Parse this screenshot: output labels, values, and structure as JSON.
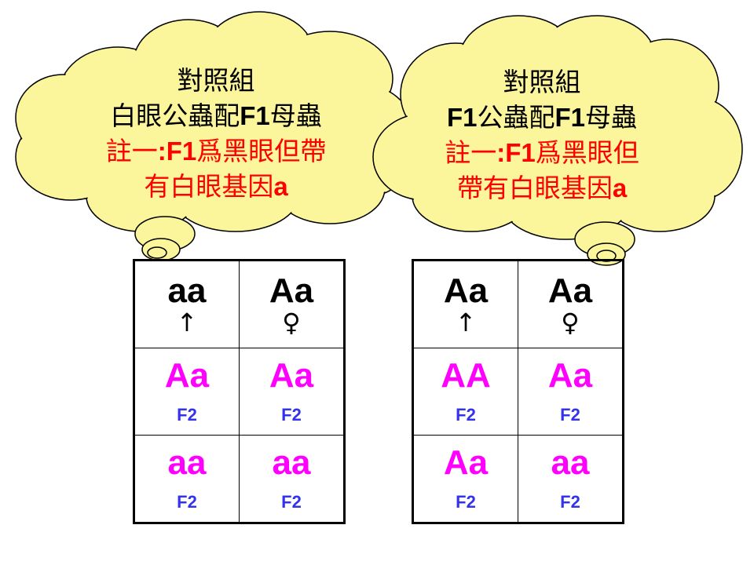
{
  "left_cloud": {
    "line1": "對照組",
    "line2_a": "白眼公蟲配",
    "line2_b": "F1",
    "line2_c": "母蟲",
    "note_a": "註一",
    "note_b": ":F1",
    "note_c": "爲黑眼但帶",
    "note_d": "有白眼基因",
    "note_e": "a"
  },
  "right_cloud": {
    "line1": "對照組",
    "line2_a": "F1",
    "line2_b": "公蟲配",
    "line2_c": "F1",
    "line2_d": "母蟲",
    "note_a": "註一",
    "note_b": ":F1",
    "note_c": "爲黑眼但",
    "note_d": "帶有白眼基因",
    "note_e": "a"
  },
  "left_table": {
    "parents": [
      {
        "genotype": "aa",
        "symbol": "↑"
      },
      {
        "genotype": "Aa",
        "symbol": "♀"
      }
    ],
    "offspring": [
      {
        "genotype": "Aa",
        "gen": "F2"
      },
      {
        "genotype": "Aa",
        "gen": "F2"
      },
      {
        "genotype": "aa",
        "gen": "F2"
      },
      {
        "genotype": "aa",
        "gen": "F2"
      }
    ]
  },
  "right_table": {
    "parents": [
      {
        "genotype": "Aa",
        "symbol": "↑"
      },
      {
        "genotype": "Aa",
        "symbol": "♀"
      }
    ],
    "offspring": [
      {
        "genotype": "AA",
        "gen": "F2"
      },
      {
        "genotype": "Aa",
        "gen": "F2"
      },
      {
        "genotype": "Aa",
        "gen": "F2"
      },
      {
        "genotype": "aa",
        "gen": "F2"
      }
    ]
  },
  "colors": {
    "cloud": "#fbf59c",
    "offspring": "#ff00ff",
    "f2": "#3333ee",
    "note": "#ff0000"
  }
}
